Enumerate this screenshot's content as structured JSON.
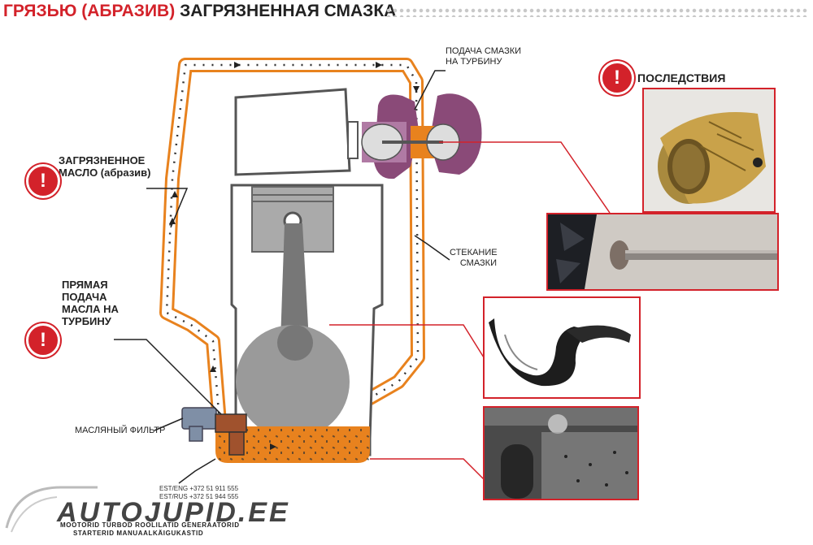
{
  "title": {
    "part1": "ГРЯЗЬЮ (АБРАЗИВ)",
    "part2": "ЗАГРЯЗНЕННАЯ СМАЗКА"
  },
  "labels": {
    "turbo_feed": [
      "ПОДАЧА СМАЗКИ",
      "НА ТУРБИНУ"
    ],
    "consequences": "ПОСЛЕДСТВИЯ",
    "contaminated_oil": [
      "ЗАГРЯЗНЕННОЕ",
      "МАСЛО (абразив)"
    ],
    "drain": [
      "СТЕКАНИЕ",
      "СМАЗКИ"
    ],
    "direct_feed": [
      "ПРЯМАЯ",
      "ПОДАЧА",
      "МАСЛА НА",
      "ТУРБИНУ"
    ],
    "oil_filter": "МАСЛЯНЫЙ ФИЛЬТР"
  },
  "warning_symbol": "!",
  "colors": {
    "accent_red": "#d3222a",
    "oil_orange": "#e8821e",
    "turbo_purple": "#8a4a78",
    "engine_gray": "#999999",
    "filter_blue": "#7f8fa6",
    "filter_brown": "#a0522d"
  },
  "contacts": {
    "line1": "EST/ENG +372 51 911 555",
    "line2": "EST/RUS +372 51 944 555"
  },
  "logo": {
    "name": "AUTOJUPID.EE",
    "line1": "MOOTORID TURBOD ROOLILATID GENERAATORID",
    "line2": "STARTERID MANUAALKÄIGUKASTID"
  },
  "icons": [
    "warning-icon",
    "car-swoosh-logo"
  ]
}
